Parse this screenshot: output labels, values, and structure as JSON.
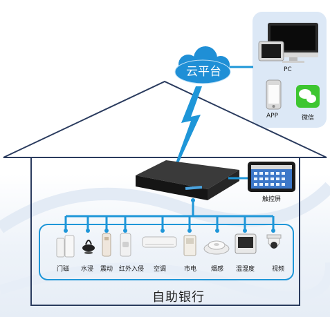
{
  "cloud": {
    "label": "云平台"
  },
  "clients": {
    "pc_label": "PC",
    "app_label": "APP",
    "wechat_label": "微信"
  },
  "controller": {
    "touchscreen_label": "触控屏"
  },
  "sensors": [
    {
      "label": "门磁",
      "icon": "door-magnet-icon"
    },
    {
      "label": "水浸",
      "icon": "water-leak-icon"
    },
    {
      "label": "震动",
      "icon": "vibration-sensor-icon"
    },
    {
      "label": "红外入侵",
      "icon": "infrared-detector-icon"
    },
    {
      "label": "空调",
      "icon": "air-conditioner-icon"
    },
    {
      "label": "市电",
      "icon": "power-meter-icon"
    },
    {
      "label": "烟感",
      "icon": "smoke-detector-icon"
    },
    {
      "label": "温湿度",
      "icon": "thermo-hygrometer-icon"
    },
    {
      "label": "视频",
      "icon": "dome-camera-icon"
    }
  ],
  "building": {
    "label": "自助银行"
  },
  "colors": {
    "line": "#1e96d8",
    "outline": "#2a3b5e",
    "panel": "#dce8f6",
    "cloud": "#1f8fd6"
  }
}
